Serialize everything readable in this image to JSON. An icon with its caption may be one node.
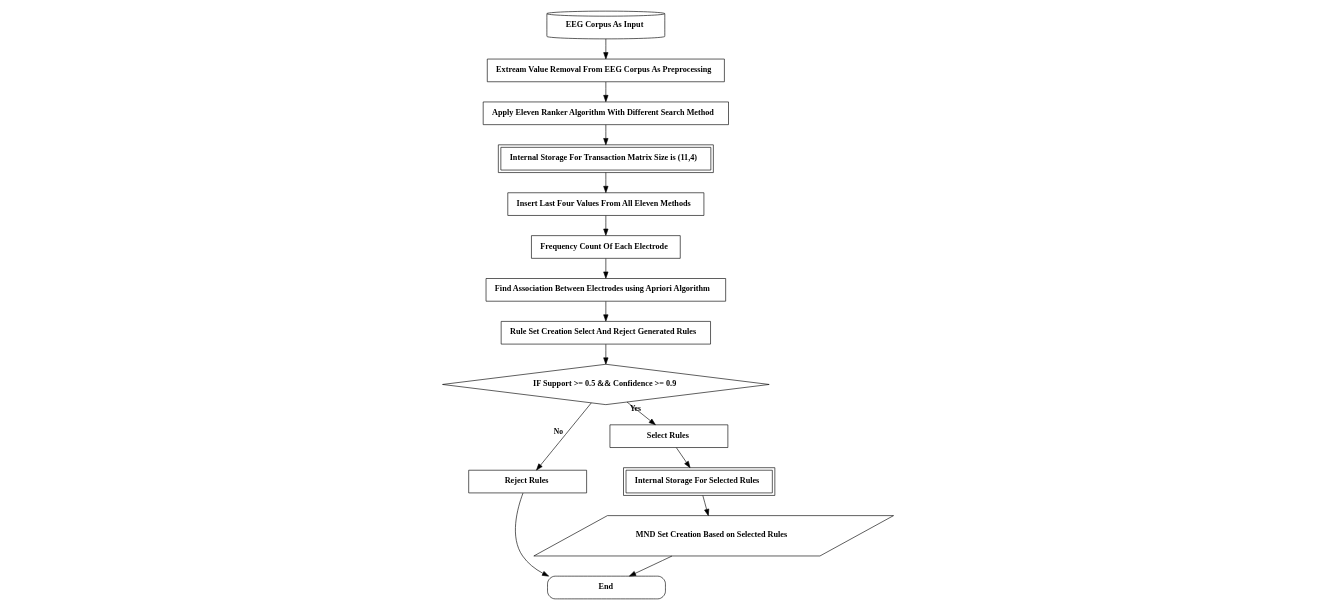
{
  "diagram": {
    "nodes": [
      {
        "text": [
          "EEG Corpus As Input"
        ]
      },
      {
        "text": [
          "Extream Value Removal From EEG Corpus As Preprocessing"
        ]
      },
      {
        "text": [
          "Apply Eleven Ranker Algorithm With Different Search Method"
        ]
      },
      {
        "text": [
          "Internal Storage For Transaction Matrix Size is (11,4)"
        ]
      },
      {
        "text": [
          "Insert Last Four Values From All Eleven Methods"
        ]
      },
      {
        "text": [
          "Frequency Count Of Each Electrode"
        ]
      },
      {
        "text": [
          "Find Association Between Electrodes using Apriori Algorithm"
        ]
      },
      {
        "text": [
          "Rule Set Creation Select And Reject Generated Rules"
        ]
      },
      {
        "text": [
          "IF Support >= 0.5 && Confidence >= 0.9"
        ]
      },
      {
        "text": [
          "Reject Rules"
        ]
      },
      {
        "text": [
          "Select Rules"
        ]
      },
      {
        "text": [
          "Internal Storage For Selected Rules"
        ]
      },
      {
        "text": [
          "MND Set Creation Based on Selected Rules"
        ]
      },
      {
        "text": [
          "End"
        ]
      }
    ],
    "edges": [
      {
        "from": 0,
        "to": 1,
        "arrow": "to"
      },
      {
        "from": 1,
        "to": 2,
        "arrow": "to"
      },
      {
        "from": 2,
        "to": 3,
        "arrow": "to"
      },
      {
        "from": 3,
        "to": 4,
        "arrow": "to"
      },
      {
        "from": 4,
        "to": 5,
        "arrow": "to"
      },
      {
        "from": 5,
        "to": 6,
        "arrow": "to"
      },
      {
        "from": 6,
        "to": 7,
        "arrow": "to"
      },
      {
        "from": 7,
        "to": 8,
        "arrow": "to"
      },
      {
        "from": 8,
        "to": 9,
        "arrow": "to",
        "label": "No"
      },
      {
        "from": 8,
        "to": 10,
        "arrow": "to",
        "label": "Yes"
      },
      {
        "from": 10,
        "to": 11,
        "arrow": "to"
      },
      {
        "from": 11,
        "to": 12,
        "arrow": "to"
      },
      {
        "from": 12,
        "to": 13,
        "arrow": "to"
      },
      {
        "from": 9,
        "to": 13,
        "arrow": "to"
      }
    ]
  }
}
